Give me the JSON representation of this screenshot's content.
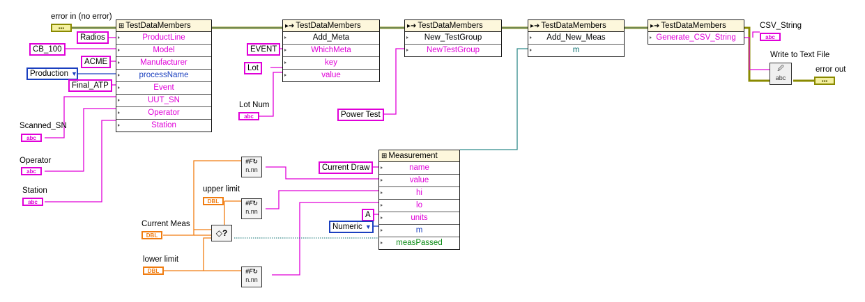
{
  "inputs": {
    "error_in_label": "error in (no error)",
    "scanned_sn_label": "Scanned_SN",
    "operator_label": "Operator",
    "station_label": "Station",
    "lot_num_label": "Lot Num",
    "upper_limit_label": "upper limit",
    "current_meas_label": "Current Meas",
    "lower_limit_label": "lower limit"
  },
  "outputs": {
    "csv_string_label": "CSV_String",
    "write_to_text_file_label": "Write to Text File",
    "error_out_label": "error out"
  },
  "terminal_types": {
    "string": "abc",
    "double": "DBL",
    "error": "▪▪▪"
  },
  "constants": {
    "radios": "Radios",
    "cb_100": "CB_100",
    "acme": "ACME",
    "production": "Production",
    "final_atp": "Final_ATP",
    "event": "EVENT",
    "lot": "Lot",
    "power_test": "Power Test",
    "current_draw": "Current Draw",
    "a": "A",
    "numeric": "Numeric"
  },
  "nodes": {
    "tdm1": {
      "title": "TestDataMembers",
      "rows": [
        "ProductLine",
        "Model",
        "Manufacturer",
        "processName",
        "Event",
        "UUT_SN",
        "Operator",
        "Station"
      ]
    },
    "tdm2": {
      "title": "TestDataMembers",
      "rows": [
        "Add_Meta",
        "WhichMeta",
        "key",
        "value"
      ]
    },
    "tdm3": {
      "title": "TestDataMembers",
      "rows": [
        "New_TestGroup",
        "NewTestGroup"
      ]
    },
    "tdm4": {
      "title": "TestDataMembers",
      "rows": [
        "Add_New_Meas",
        "m"
      ]
    },
    "tdm5": {
      "title": "TestDataMembers",
      "rows": [
        "Generate_CSV_String"
      ]
    },
    "meas": {
      "title": "Measurement",
      "rows": [
        "name",
        "value",
        "hi",
        "lo",
        "units",
        "m",
        "measPassed"
      ]
    }
  },
  "colors": {
    "string_wire": "#e000d8",
    "double_wire": "#f07c10",
    "class_wire": "#2f8a8a",
    "enum_wire": "#1a3fbf",
    "error_wire": "#8a8a00",
    "boolean_wire": "#0a6f1a"
  }
}
